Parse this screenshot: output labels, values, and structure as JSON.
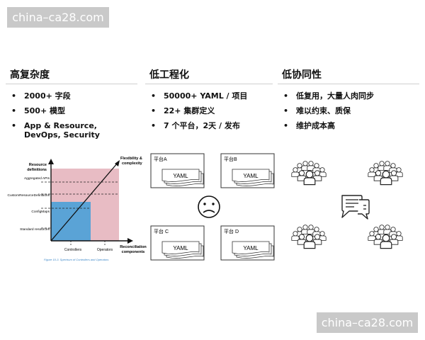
{
  "watermark": "china–ca28.com",
  "columns": [
    {
      "heading": "高复杂度",
      "bullets": [
        "2000+ 字段",
        "500+ 模型",
        "App & Resource, DevOps, Security"
      ]
    },
    {
      "heading": "低工程化",
      "bullets": [
        "50000+ YAML / 项目",
        "22+ 集群定义",
        "7 个平台，2天 / 发布"
      ]
    },
    {
      "heading": "低协同性",
      "bullets": [
        "低复用，大量人肉同步",
        "难以约束、质保",
        "维护成本高"
      ]
    }
  ],
  "figure": {
    "y_axis_label_1": "Resource",
    "y_axis_label_2": "definitions",
    "top_label_1": "Flexibility &",
    "top_label_2": "complexity",
    "x_axis_label_1": "Reconciliation",
    "x_axis_label_2": "components",
    "levels": [
      "Aggregated APIs",
      "CustomResourceDefinitions",
      "ConfigMaps",
      "Standard resources"
    ],
    "x_ticks": [
      "Controllers",
      "Operators"
    ],
    "caption": "Figure 10-3. Spectrum of Controllers and Operators",
    "colors": {
      "pink": "#e8bcc4",
      "blue": "#5aa3d6"
    }
  },
  "platforms": {
    "items": [
      {
        "label": "平台A",
        "file": "YAML"
      },
      {
        "label": "平台B",
        "file": "YAML"
      },
      {
        "label": "平台 C",
        "file": "YAML"
      },
      {
        "label": "平台 D",
        "file": "YAML"
      }
    ]
  },
  "icons": {
    "sad_face": "sad-face-icon",
    "people": "people-group-icon",
    "chat": "chat-bubbles-icon"
  }
}
